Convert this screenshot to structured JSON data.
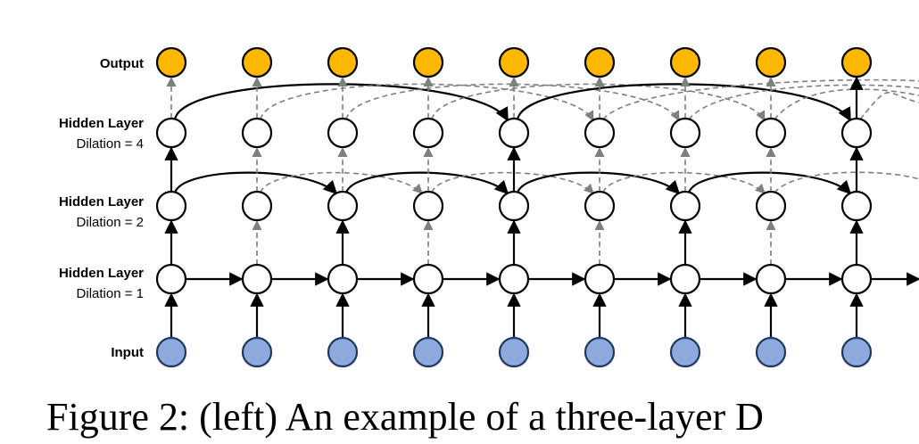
{
  "labels": {
    "output": "Output",
    "hidden_4_title": "Hidden Layer",
    "hidden_4_sub": "Dilation = 4",
    "hidden_2_title": "Hidden Layer",
    "hidden_2_sub": "Dilation = 2",
    "hidden_1_title": "Hidden Layer",
    "hidden_1_sub": "Dilation = 1",
    "input": "Input"
  },
  "caption": "Figure 2: (left) An example of a three-layer D",
  "colors": {
    "output": "#FFB800",
    "input": "#8EA9DB",
    "hidden": "#FFFFFF",
    "solid_edge": "#000000",
    "dashed_edge": "#7F7F7F"
  },
  "timesteps": 9,
  "layers": [
    {
      "name": "input"
    },
    {
      "name": "hidden-dilation-1",
      "dilation": 1
    },
    {
      "name": "hidden-dilation-2",
      "dilation": 2
    },
    {
      "name": "hidden-dilation-4",
      "dilation": 4
    },
    {
      "name": "output"
    }
  ]
}
